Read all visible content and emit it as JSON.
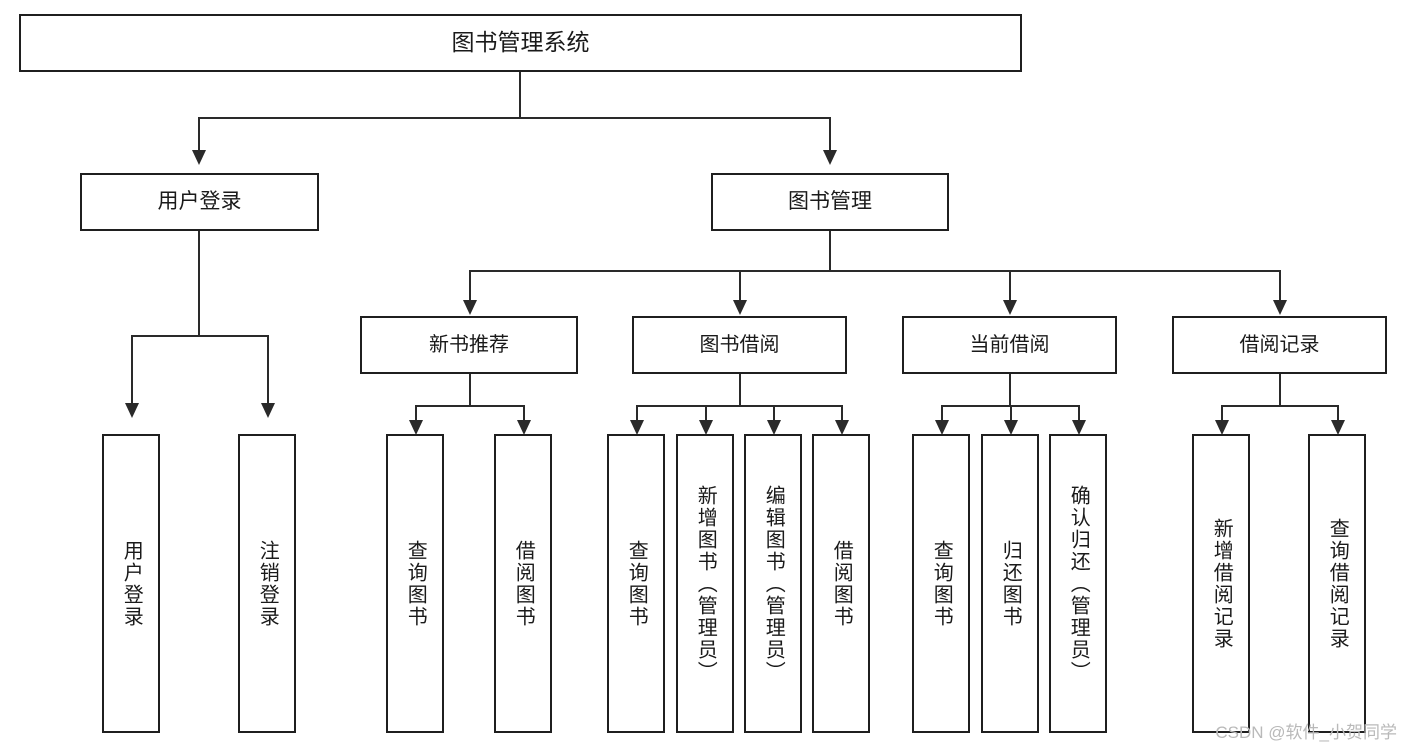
{
  "diagram": {
    "title": "图书管理系统",
    "type": "tree-hierarchy-chart",
    "watermark": "CSDN @软件_小贺同学",
    "colors": {
      "box_border": "#1f1f1f",
      "connector": "#2a2a2a",
      "background": "#ffffff",
      "text": "#1a1a1a",
      "watermark": "#b9b9b9"
    }
  },
  "root": {
    "label": "图书管理系统"
  },
  "level2": [
    {
      "label": "用户登录"
    },
    {
      "label": "图书管理"
    }
  ],
  "level3": [
    {
      "label": "新书推荐"
    },
    {
      "label": "图书借阅"
    },
    {
      "label": "当前借阅"
    },
    {
      "label": "借阅记录"
    }
  ],
  "leaves": {
    "user_login": [
      {
        "label": "用户登录"
      },
      {
        "label": "注销登录"
      }
    ],
    "new_book_recommend": [
      {
        "label": "查询图书"
      },
      {
        "label": "借阅图书"
      }
    ],
    "book_borrow": [
      {
        "label": "查询图书"
      },
      {
        "label": "新增图书（管理员）"
      },
      {
        "label": "编辑图书（管理员）"
      },
      {
        "label": "借阅图书"
      }
    ],
    "current_borrow": [
      {
        "label": "查询图书"
      },
      {
        "label": "归还图书"
      },
      {
        "label": "确认归还（管理员）"
      }
    ],
    "borrow_record": [
      {
        "label": "新增借阅记录"
      },
      {
        "label": "查询借阅记录"
      }
    ]
  }
}
